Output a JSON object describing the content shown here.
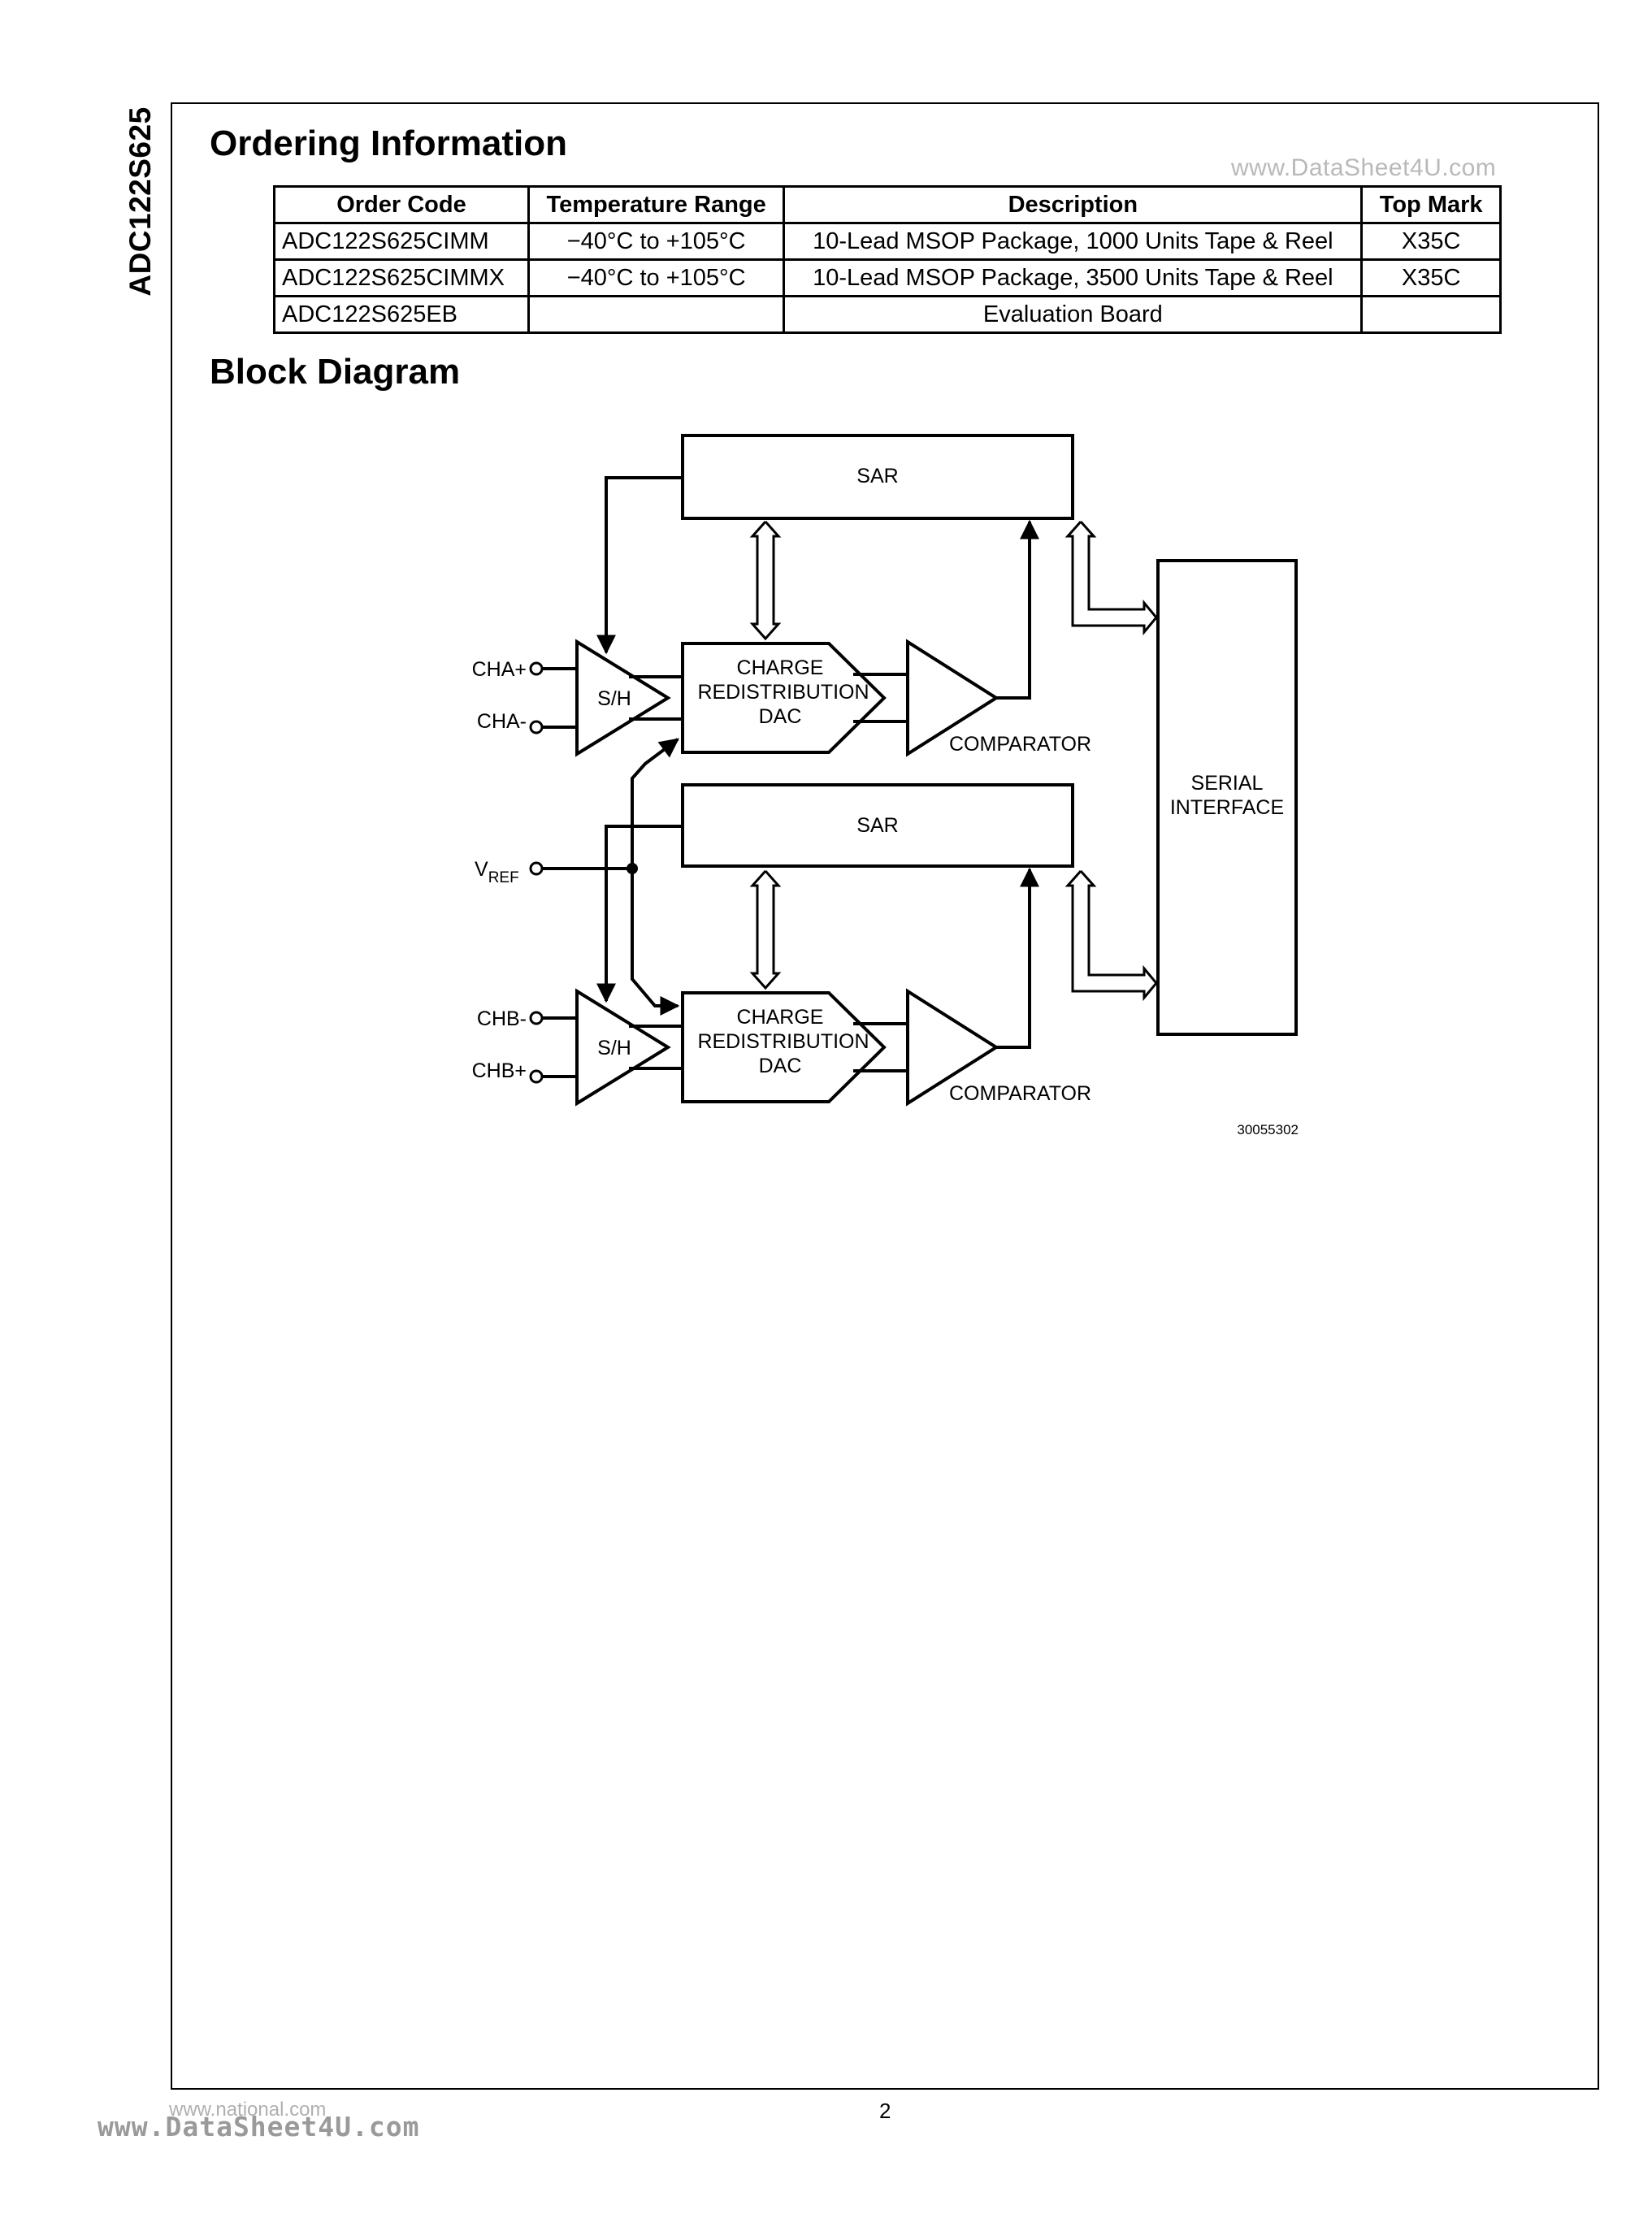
{
  "side_title": "ADC122S625",
  "watermark_top": "www.DataSheet4U.com",
  "ordering": {
    "title": "Ordering Information",
    "headers": [
      "Order Code",
      "Temperature Range",
      "Description",
      "Top Mark"
    ],
    "rows": [
      {
        "code": "ADC122S625CIMM",
        "temp": "−40°C to +105°C",
        "desc": "10-Lead MSOP Package, 1000 Units Tape & Reel",
        "mark": "X35C"
      },
      {
        "code": "ADC122S625CIMMX",
        "temp": "−40°C to +105°C",
        "desc": "10-Lead MSOP Package, 3500 Units Tape & Reel",
        "mark": "X35C"
      },
      {
        "code": "ADC122S625EB",
        "temp": "",
        "desc": "Evaluation Board",
        "mark": ""
      }
    ]
  },
  "block": {
    "title": "Block Diagram",
    "sar_a": "SAR",
    "sar_b": "SAR",
    "sh_a": "S/H",
    "sh_b": "S/H",
    "dac_a": [
      "CHARGE",
      "REDISTRIBUTION",
      "DAC"
    ],
    "dac_b": [
      "CHARGE",
      "REDISTRIBUTION",
      "DAC"
    ],
    "comparator_a": "COMPARATOR",
    "comparator_b": "COMPARATOR",
    "serial": [
      "SERIAL",
      "INTERFACE"
    ],
    "cha_plus": "CHA+",
    "cha_minus": "CHA-",
    "chb_minus": "CHB-",
    "chb_plus": "CHB+",
    "vref_main": "V",
    "vref_sub": "REF",
    "figure_id": "30055302"
  },
  "footer": {
    "url": "www.national.com",
    "watermark": "www.DataSheet4U.com",
    "page": "2"
  }
}
